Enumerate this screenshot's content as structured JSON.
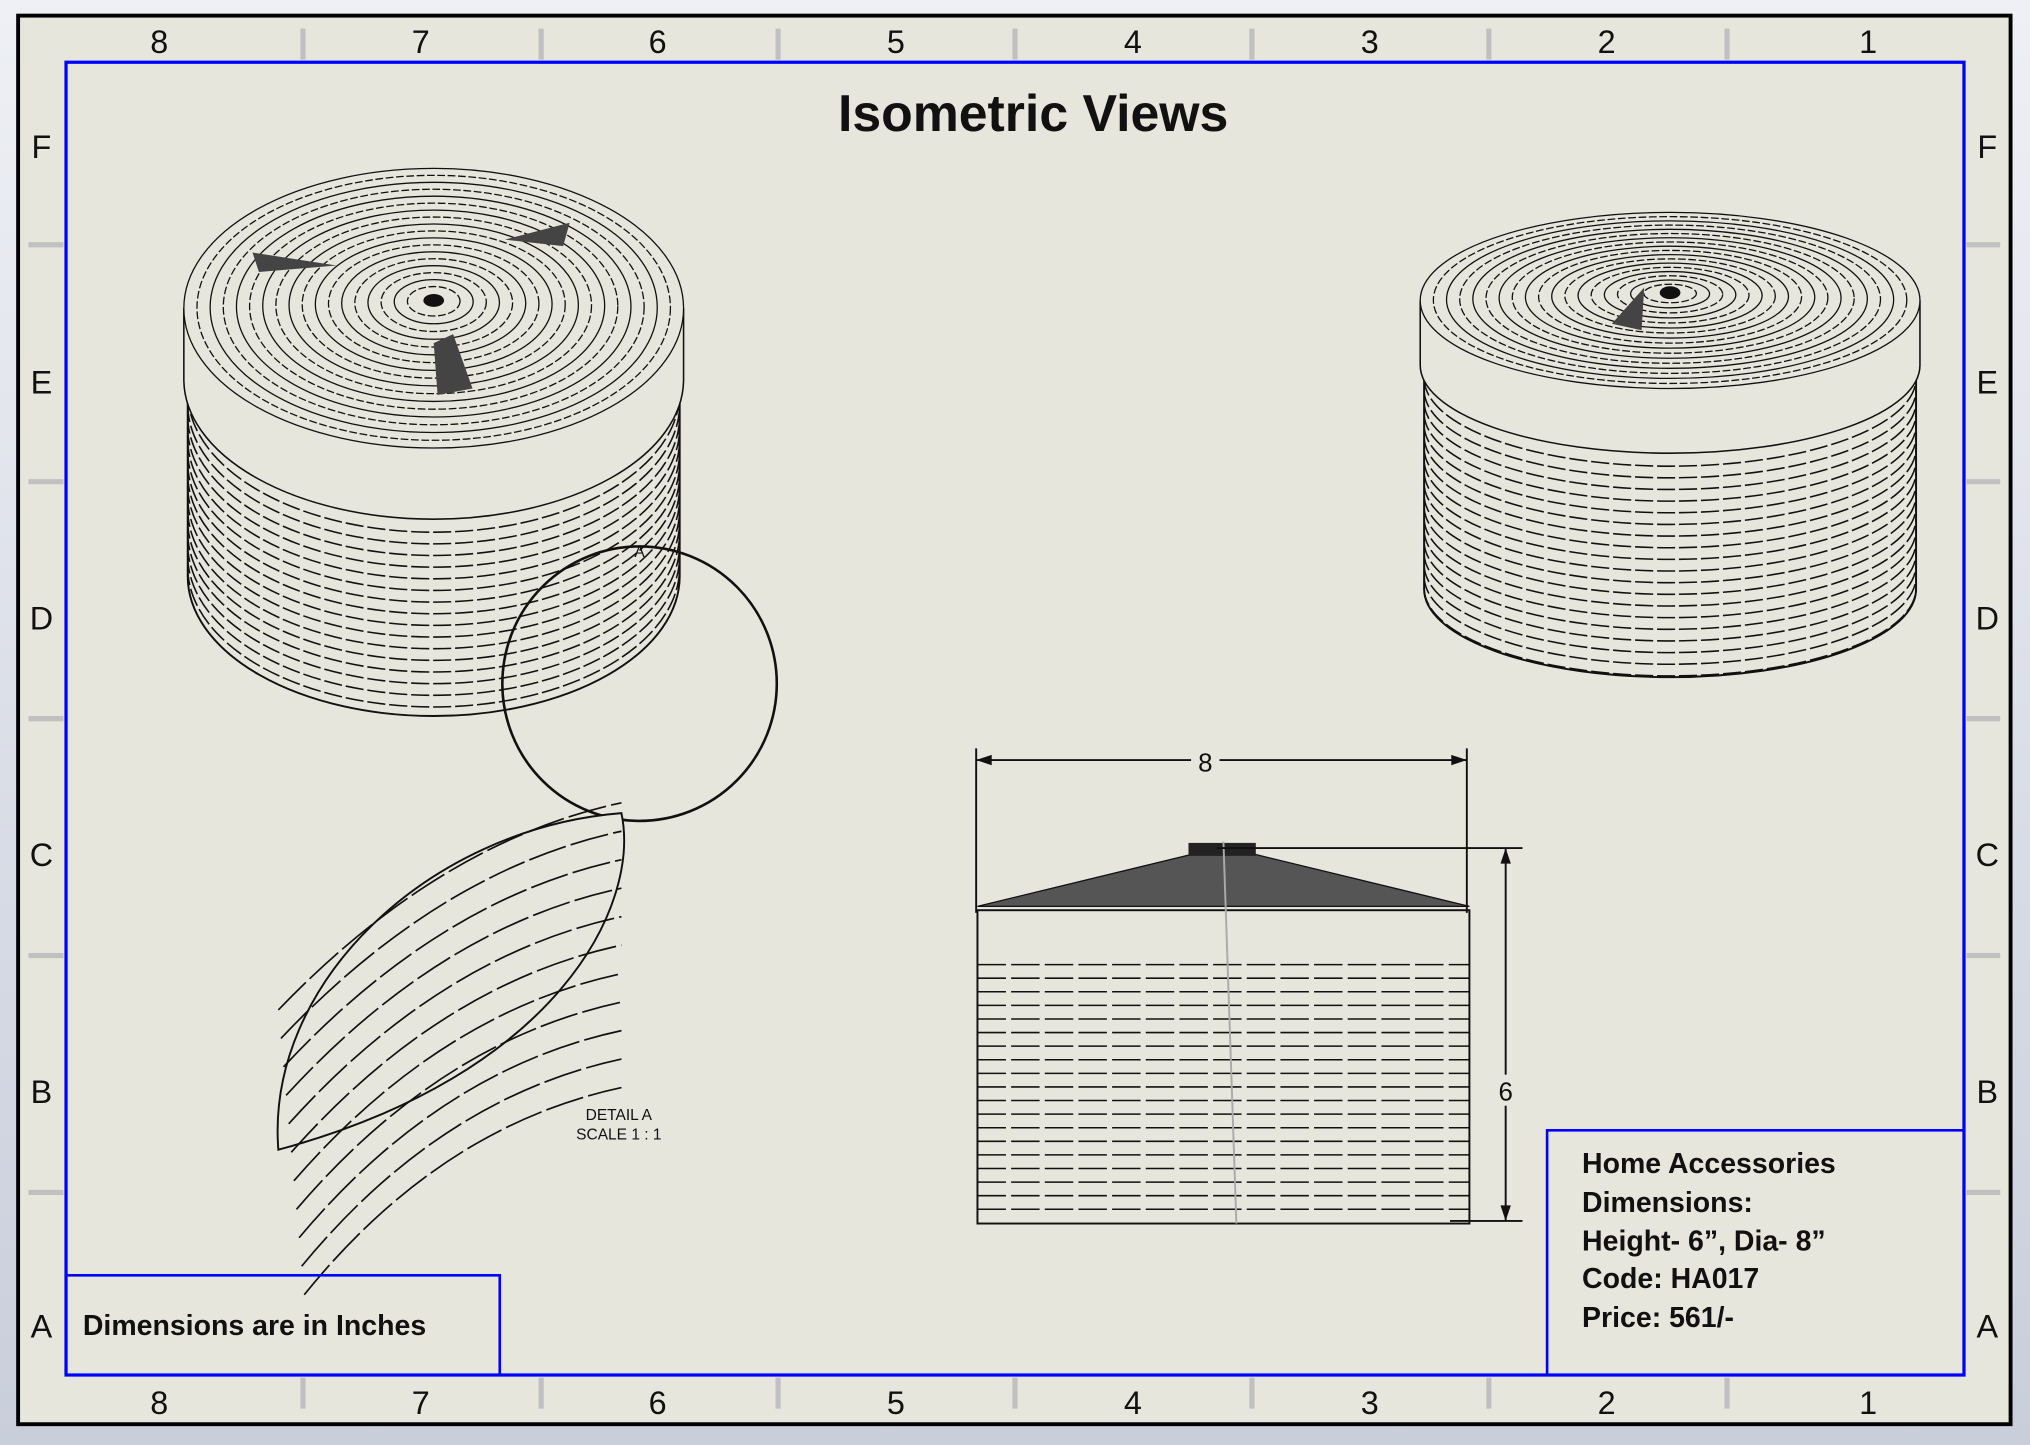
{
  "sheet": {
    "title": "Isometric Views",
    "column_labels": [
      "8",
      "7",
      "6",
      "5",
      "4",
      "3",
      "2",
      "1"
    ],
    "row_labels": [
      "F",
      "E",
      "D",
      "C",
      "B",
      "A"
    ],
    "colors": {
      "border": "#0000ff",
      "paper": "#e6e6dc",
      "ink": "#111111",
      "grid_tick": "#c0c0c0"
    }
  },
  "detail": {
    "label": "DETAIL A",
    "scale": "SCALE 1 : 1",
    "marker": "A"
  },
  "front_view": {
    "width_dim": "8",
    "height_dim": "6"
  },
  "notes": {
    "units": "Dimensions are in Inches"
  },
  "info_box": {
    "line1": "Home Accessories",
    "line2": "Dimensions:",
    "line3": "Height- 6”, Dia- 8”",
    "line4": "Code: HA017",
    "line5": "Price: 561/-"
  }
}
